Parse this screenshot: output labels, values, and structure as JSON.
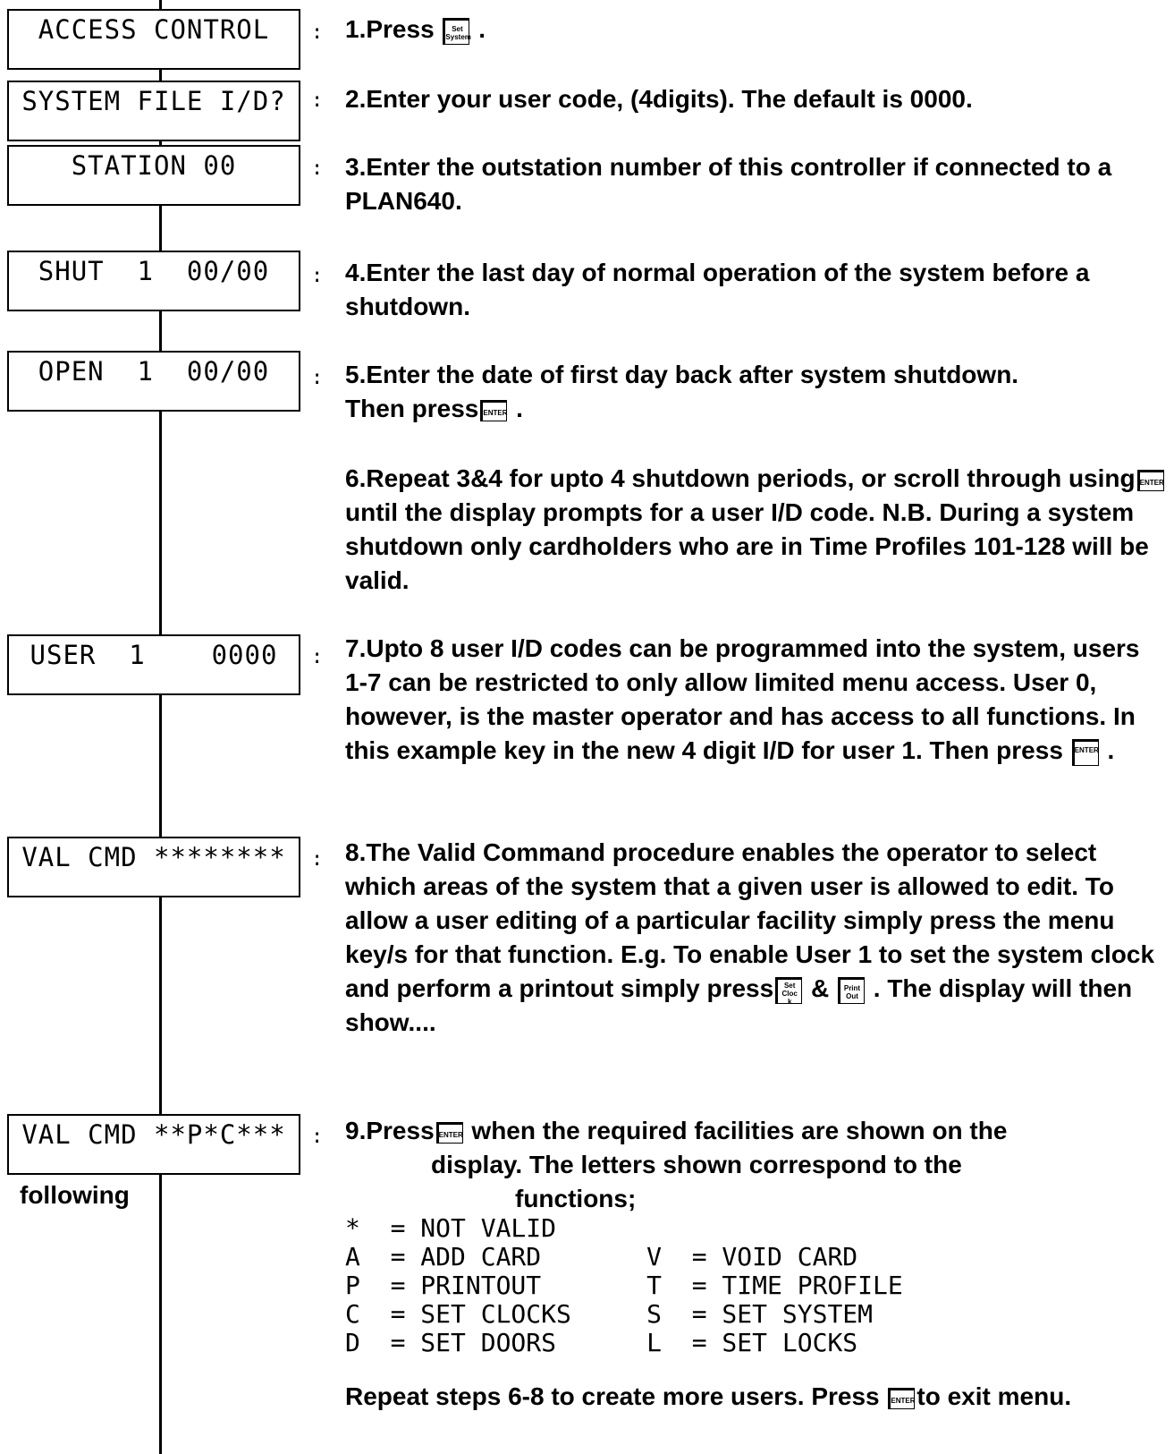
{
  "screens": [
    {
      "text": "ACCESS CONTROL"
    },
    {
      "text": "SYSTEM FILE I/D?"
    },
    {
      "text": "STATION 00"
    },
    {
      "text": "SHUT  1  00/00"
    },
    {
      "text": "OPEN  1  00/00"
    },
    {
      "text": "USER  1    0000"
    },
    {
      "text": "VAL CMD ********"
    },
    {
      "text": "VAL CMD **P*C***"
    }
  ],
  "keys": {
    "set_system": [
      "Set",
      "System"
    ],
    "enter": "ENTER",
    "set_clock": [
      "Set",
      "Cloc",
      "k"
    ],
    "print_out": [
      "Print",
      "Out"
    ]
  },
  "steps": {
    "s1": {
      "pre": "1.Press ",
      "post": " ."
    },
    "s2": "2.Enter your user code, (4digits). The default is 0000.",
    "s3": "3.Enter the outstation number of this controller if connected to a PLAN640.",
    "s4": "4.Enter the last day of normal operation of the system before a shutdown.",
    "s5": {
      "line1": "5.Enter the date of first day back after system shutdown.",
      "pre": "Then press",
      "post": " ."
    },
    "s6": {
      "pre": "6.Repeat 3&4 for upto 4 shutdown periods, or scroll through using",
      "post": " until the display prompts for a user I/D code. N.B. During a system shutdown only cardholders who are in Time Profiles 101-128 will be valid."
    },
    "s7": {
      "pre": "7.Upto 8 user I/D codes can be programmed into the system, users 1-7 can be restricted to only allow limited menu access. User 0, however, is the master operator and has access to all functions. In this example key in the new 4 digit I/D for user 1. Then press ",
      "post": " ."
    },
    "s8": {
      "pre": "8.The Valid Command procedure enables the operator to select which areas of the system that a given user is allowed to edit. To allow a user editing of a particular facility simply press the menu key/s for that function. E.g. To enable User 1 to set the system clock and perform a printout simply press",
      "mid": " & ",
      "post": " . The display will then show...."
    },
    "s9": {
      "pre": "9.Press",
      "post": " when the required facilities are shown on the",
      "line2": "display. The letters shown correspond to the",
      "line3": "functions;"
    },
    "final": {
      "pre": "Repeat steps 6-8 to create more users. Press ",
      "post": "to exit menu."
    }
  },
  "following": "following",
  "legend": [
    "*  = NOT VALID",
    "A  = ADD CARD       V  = VOID CARD",
    "P  = PRINTOUT       T  = TIME PROFILE",
    "C  = SET CLOCKS     S  = SET SYSTEM",
    "D  = SET DOORS      L  = SET LOCKS"
  ],
  "colon": ":"
}
